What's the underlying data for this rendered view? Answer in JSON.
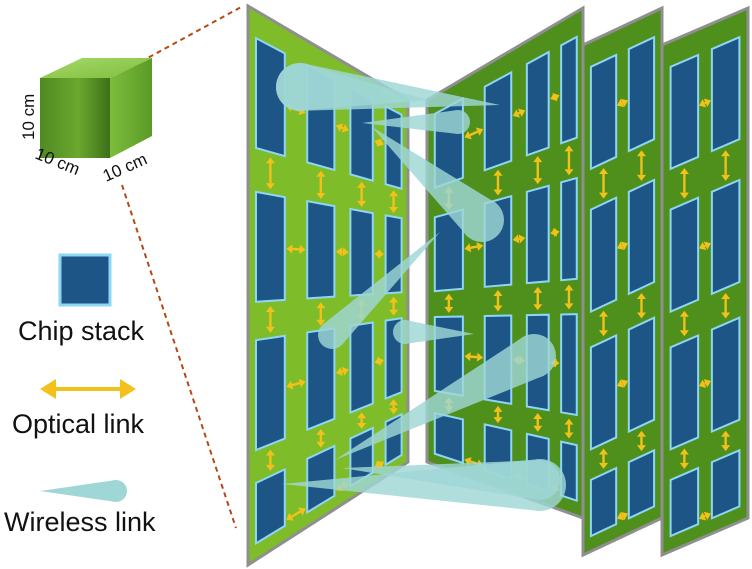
{
  "cube": {
    "dims": [
      "10 cm",
      "10 cm",
      "10 cm"
    ]
  },
  "legend": {
    "chip_stack": "Chip stack",
    "optical_link": "Optical link",
    "wireless_link": "Wireless link"
  },
  "colors": {
    "board_light": "#7fbc2a",
    "board_dark": "#4f8f1c",
    "chip_fill": "#1d5587",
    "chip_border": "#8ed6f5",
    "optical_arrow": "#f2c11a",
    "wireless_beam": "#9fd7d6",
    "leader_line": "#b34a14",
    "board_edge": "#8f8f8f"
  },
  "boards": {
    "count": 4
  },
  "icons": [
    "cube-icon",
    "chip-stack-icon",
    "optical-link-icon",
    "wireless-link-icon"
  ]
}
